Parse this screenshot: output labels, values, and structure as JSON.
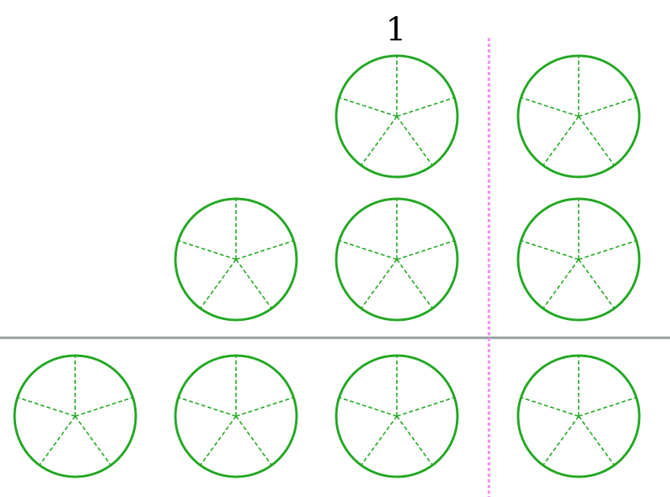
{
  "top_label": "1",
  "colors": {
    "circle": "#22a722",
    "spokes": "#22a722",
    "horizontal_line": "#8f9f9f",
    "vertical_line": "#f08cf0",
    "background": "#ffffff"
  },
  "circles": [
    {
      "row": 1,
      "col": 3,
      "slices": 5
    },
    {
      "row": 1,
      "col": 4,
      "slices": 5
    },
    {
      "row": 2,
      "col": 2,
      "slices": 5
    },
    {
      "row": 2,
      "col": 3,
      "slices": 5
    },
    {
      "row": 2,
      "col": 4,
      "slices": 5
    },
    {
      "row": 3,
      "col": 1,
      "slices": 5
    },
    {
      "row": 3,
      "col": 2,
      "slices": 5
    },
    {
      "row": 3,
      "col": 3,
      "slices": 5
    },
    {
      "row": 3,
      "col": 4,
      "slices": 5
    }
  ]
}
